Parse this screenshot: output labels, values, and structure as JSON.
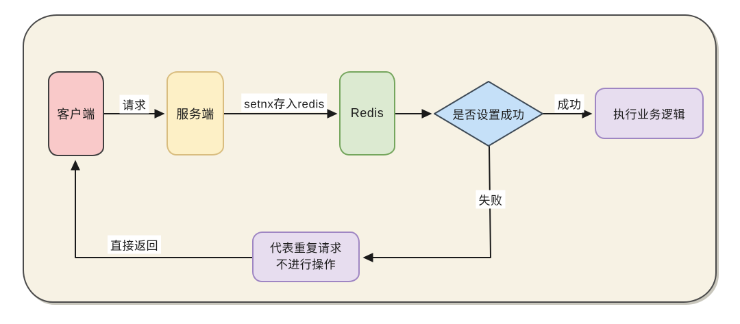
{
  "diagram": {
    "description": "Redis setnx duplicate-request handling flowchart",
    "canvas": {
      "page_bg": "#ffffff",
      "container_fill": "#f7f2e4",
      "container_stroke": "#4a4a4a",
      "line_color": "#1a1a1a",
      "label_bg": "#ffffff",
      "text_color": "#1c1c1c"
    },
    "nodes": {
      "client": {
        "label": "客户端",
        "fill": "#f9c9c9",
        "stroke": "#3f3f3f",
        "shape": "rect"
      },
      "server": {
        "label": "服务端",
        "fill": "#fdf0c6",
        "stroke": "#d9bd7f",
        "shape": "rect"
      },
      "redis": {
        "label": "Redis",
        "fill": "#dcead1",
        "stroke": "#75a65d",
        "shape": "rect"
      },
      "decision": {
        "label": "是否设置成功",
        "fill": "#c5e0f8",
        "stroke": "#3e4a56",
        "shape": "diamond"
      },
      "success": {
        "label": "执行业务逻辑",
        "fill": "#e7ddef",
        "stroke": "#9f86c3",
        "shape": "rect"
      },
      "duplicate": {
        "label_line1": "代表重复请求",
        "label_line2": "不进行操作",
        "fill": "#e7ddef",
        "stroke": "#9f86c3",
        "shape": "rect"
      }
    },
    "edges": {
      "request": {
        "from": "client",
        "to": "server",
        "label": "请求"
      },
      "setnx": {
        "from": "server",
        "to": "redis",
        "label": "setnx存入redis"
      },
      "to_decision": {
        "from": "redis",
        "to": "decision",
        "label": ""
      },
      "success": {
        "from": "decision",
        "to": "success",
        "label": "成功"
      },
      "fail": {
        "from": "decision",
        "to": "duplicate",
        "label": "失败"
      },
      "return": {
        "from": "duplicate",
        "to": "client",
        "label": "直接返回"
      }
    }
  }
}
